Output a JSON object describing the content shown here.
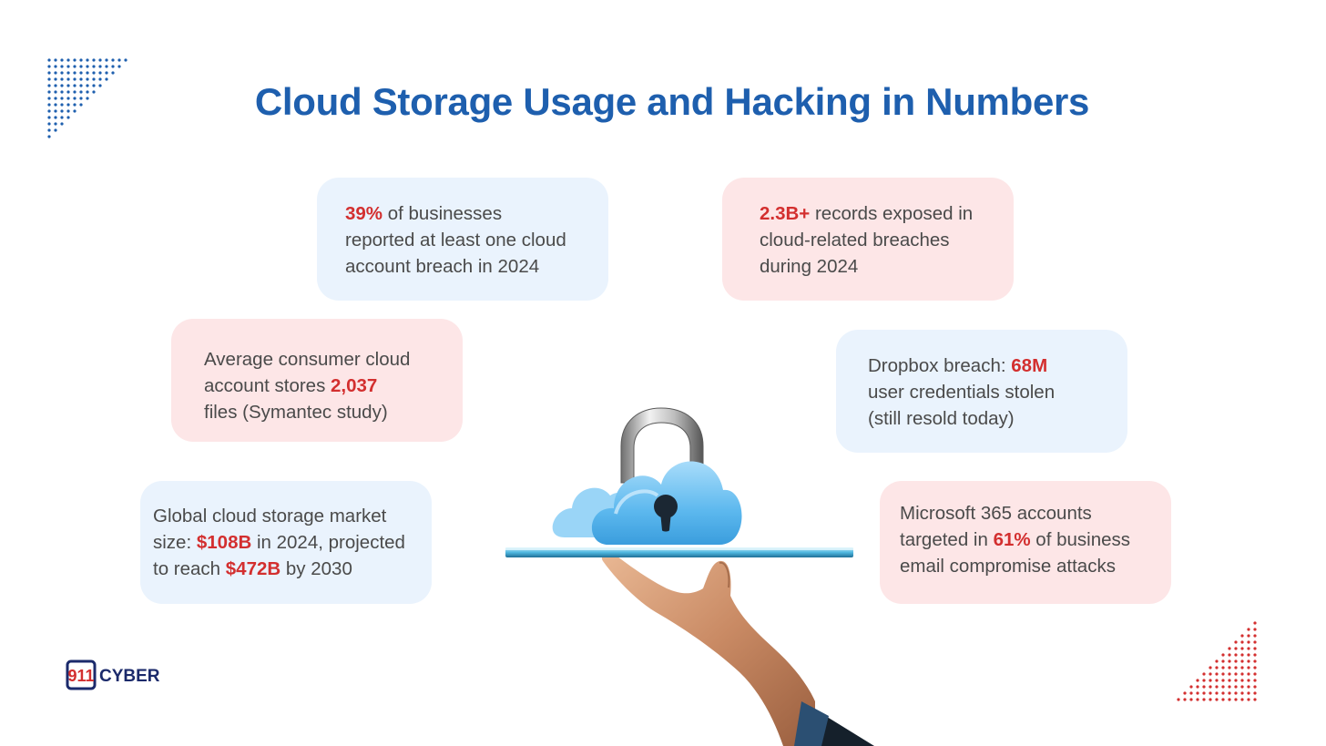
{
  "colors": {
    "title": "#1e5fae",
    "highlight": "#d32f2f",
    "card_blue": "#eaf3fd",
    "card_pink": "#fde6e7",
    "text": "#4a4a4a",
    "dots_blue": "#1e5fae",
    "dots_red": "#d32f2f",
    "logo_navy": "#1b2a6b",
    "logo_red": "#d32f2f"
  },
  "header": {
    "title": "Cloud Storage Usage and Hacking in Numbers"
  },
  "cards": {
    "breach_businesses": {
      "l1_hl": "39%",
      "l1_rest": " of businesses",
      "l2": "reported at least one cloud",
      "l3": "account breach in 2024"
    },
    "records_exposed": {
      "l1_hl": "2.3B+",
      "l1_rest": " records exposed in",
      "l2": "cloud-related breaches",
      "l3": "during 2024"
    },
    "consumer_files": {
      "l1": "Average consumer cloud",
      "l2_pre": "account stores ",
      "l2_hl": "2,037",
      "l3": "files (Symantec study)"
    },
    "dropbox": {
      "l1_pre": "Dropbox breach: ",
      "l1_hl": "68M",
      "l2": "user credentials stolen",
      "l3": "(still resold today)"
    },
    "market_size": {
      "l1": "Global cloud storage market",
      "l2_pre": "size: ",
      "l2_hl": "$108B",
      "l2_post": " in 2024, projected",
      "l3_pre": "to reach ",
      "l3_hl": "$472B",
      "l3_post": " by 2030"
    },
    "microsoft": {
      "l1": "Microsoft 365 accounts",
      "l2_pre": "targeted in ",
      "l2_hl": "61%",
      "l2_post": " of business",
      "l3": "email compromise attacks"
    }
  },
  "logo": {
    "number": "911",
    "word": "CYBER"
  },
  "illustration": {
    "icons": [
      "cloud-icon",
      "padlock-icon",
      "keyhole-icon",
      "hand-icon",
      "glass-tray"
    ]
  }
}
